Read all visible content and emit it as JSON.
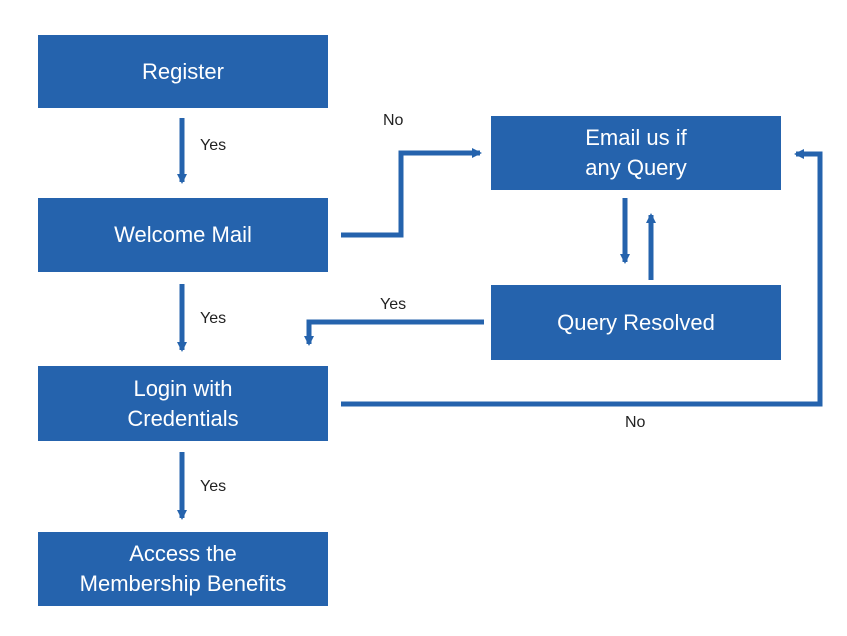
{
  "colors": {
    "box_fill": "#2563ad",
    "arrow": "#2563ad",
    "box_text": "#ffffff",
    "label_text": "#222222"
  },
  "boxes": {
    "register": "Register",
    "welcome_mail": "Welcome Mail",
    "login": "Login with\nCredentials",
    "access": "Access the\nMembership Benefits",
    "email_query": "Email us if\nany Query",
    "query_resolved": "Query Resolved"
  },
  "labels": {
    "register_to_welcome": "Yes",
    "welcome_to_login": "Yes",
    "login_to_access": "Yes",
    "welcome_to_email": "No",
    "resolved_to_login": "Yes",
    "login_to_email": "No"
  }
}
